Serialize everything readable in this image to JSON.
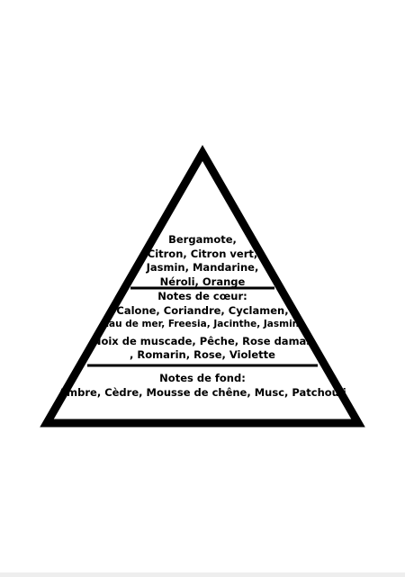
{
  "pyramid": {
    "stroke_color": "#000000",
    "fill_color": "#ffffff",
    "top_notes": {
      "lines": [
        "Bergamote,",
        "Citron, Citron vert,",
        "Jasmin, Mandarine,",
        "Néroli, Orange"
      ]
    },
    "heart_notes": {
      "title": "Notes de cœur:",
      "lines": [
        "Calone, Coriandre, Cyclamen,",
        "Eau de mer, Freesia, Jacinthe, Jasmin,",
        "Noix de muscade, Pêche, Rose damas",
        ", Romarin, Rose, Violette"
      ]
    },
    "base_notes": {
      "title": "Notes de fond:",
      "lines": [
        "Ambre, Cèdre, Mousse de chêne, Musc, Patchouli"
      ]
    }
  }
}
